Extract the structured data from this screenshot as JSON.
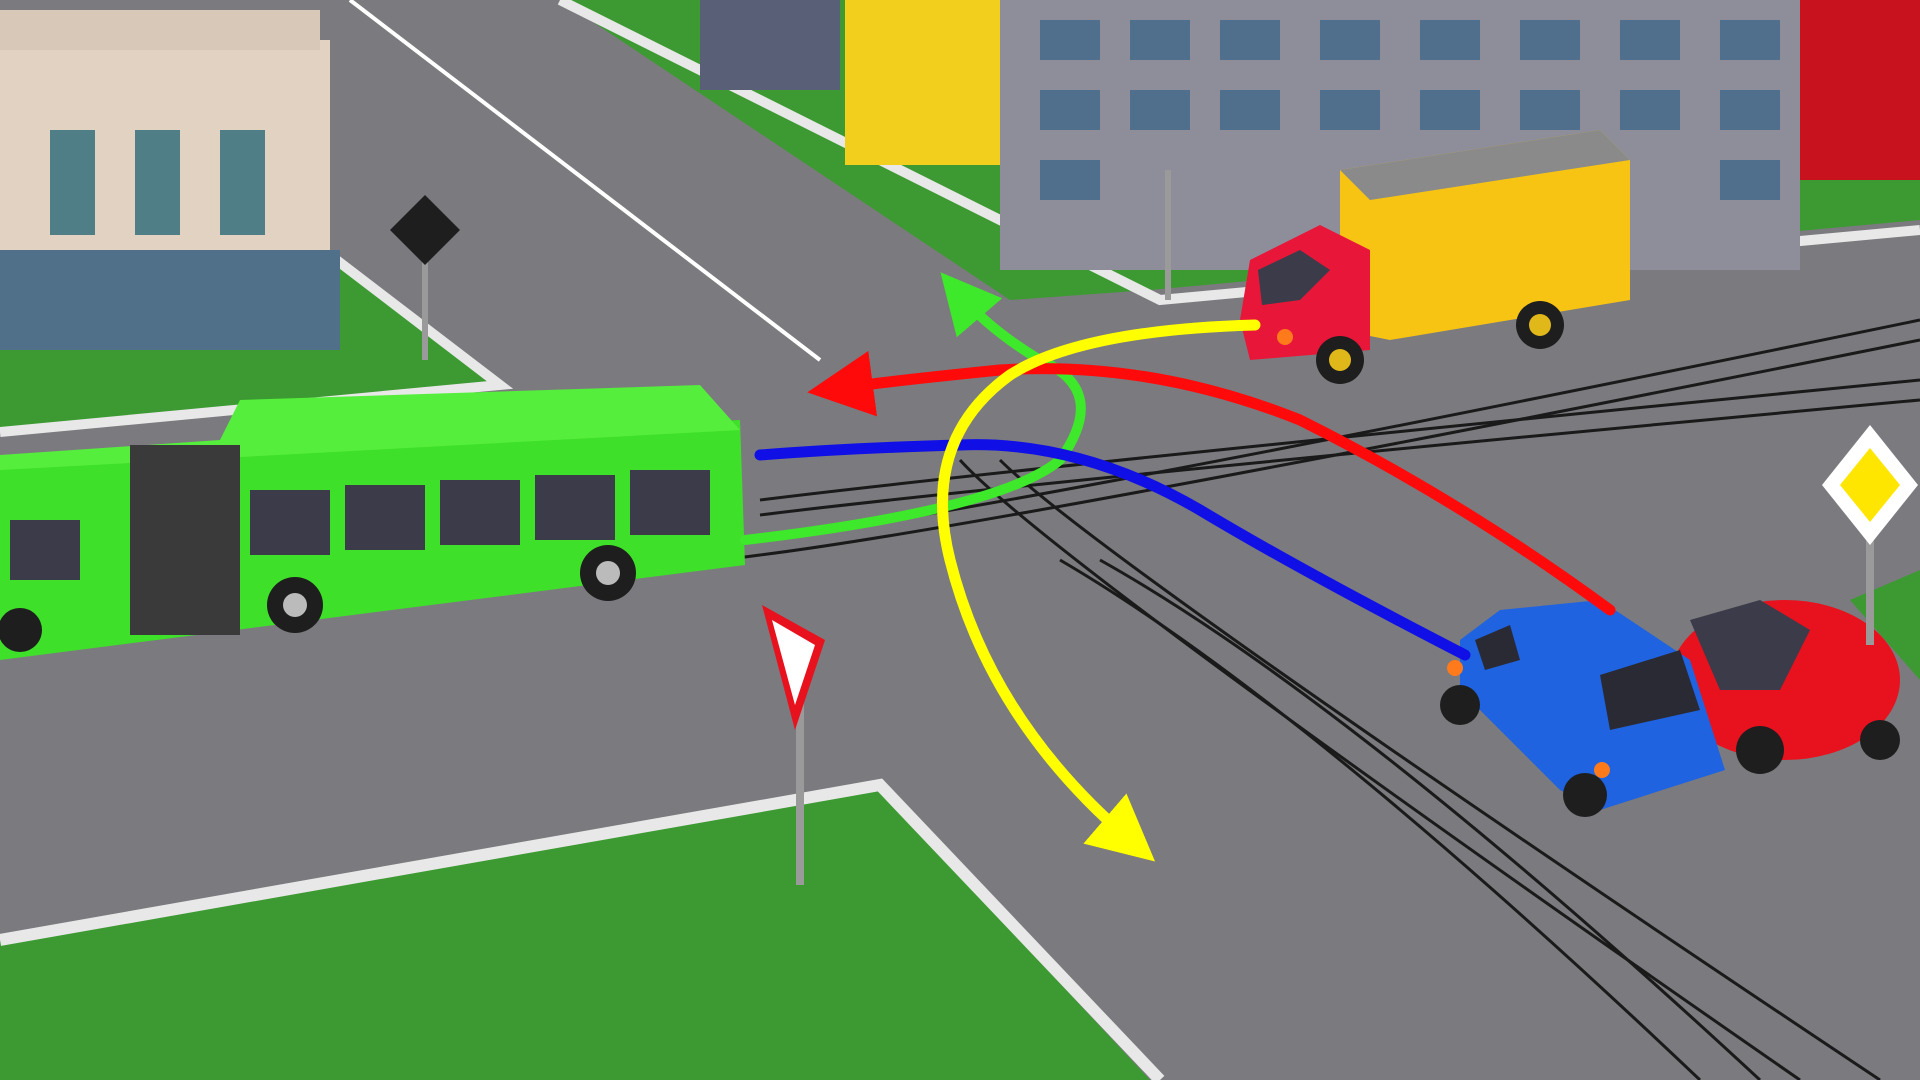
{
  "scene": {
    "description_tags": [
      "intersection",
      "tram-tracks",
      "articulated-bus",
      "truck",
      "van",
      "car",
      "priority-sign",
      "yield-sign",
      "diamond-sign"
    ],
    "colors": {
      "road": "#7b7a7e",
      "grass": "#3d9a32",
      "curb": "#e8e8e8",
      "bus": "#3fe02a",
      "truck_cab": "#e8173a",
      "truck_box": "#f7c414",
      "van": "#1f63e0",
      "car": "#e8121e",
      "arrow_red": "#ff0a0a",
      "arrow_blue": "#1010e6",
      "arrow_green": "#3ee82a",
      "arrow_yellow": "#ffff00",
      "priority_sign": "#ffe600"
    }
  }
}
